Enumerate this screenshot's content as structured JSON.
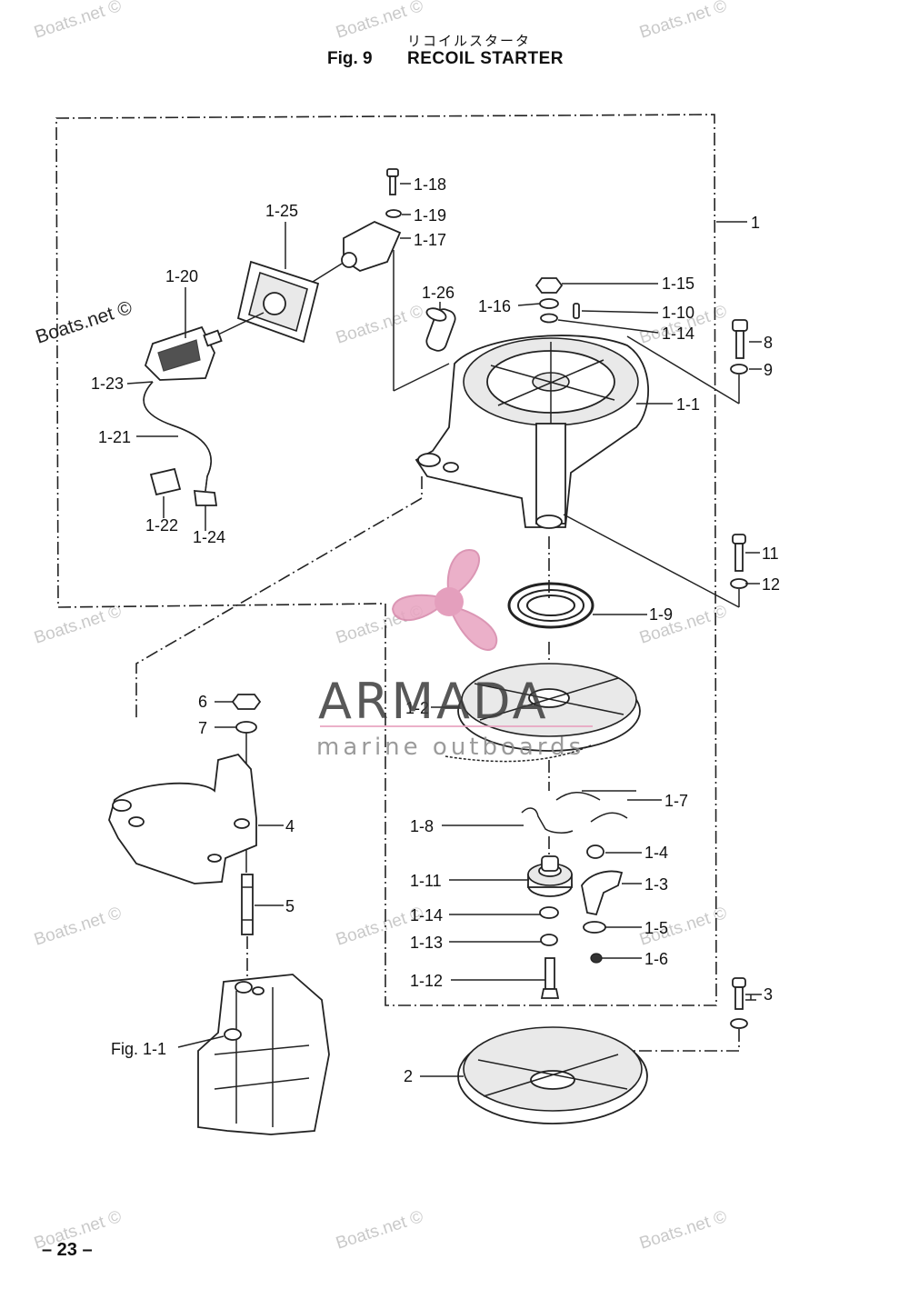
{
  "header": {
    "japanese_title": "リコイルスタータ",
    "figure_label": "Fig. 9",
    "title": "RECOIL STARTER"
  },
  "page_number": "– 23 –",
  "watermark": "Boats.net ©",
  "brand": {
    "name": "ARMADA",
    "tagline": "marine outboards",
    "colors": {
      "propeller": "#e8a3c0",
      "text": "#3c3c3c",
      "rule": "#e8a3c0"
    }
  },
  "callouts": [
    "1-18",
    "1-19",
    "1-17",
    "1-25",
    "1-20",
    "1-26",
    "1-16",
    "1-15",
    "1-10",
    "1-14",
    "1",
    "8",
    "9",
    "1-1",
    "1-23",
    "1-21",
    "1-22",
    "1-24",
    "11",
    "12",
    "1-9",
    "1-2",
    "6",
    "7",
    "4",
    "5",
    "1-7",
    "1-8",
    "1-4",
    "1-3",
    "1-11",
    "1-14",
    "1-5",
    "1-13",
    "1-6",
    "1-12",
    "3",
    "2",
    "Fig. 1-1"
  ]
}
